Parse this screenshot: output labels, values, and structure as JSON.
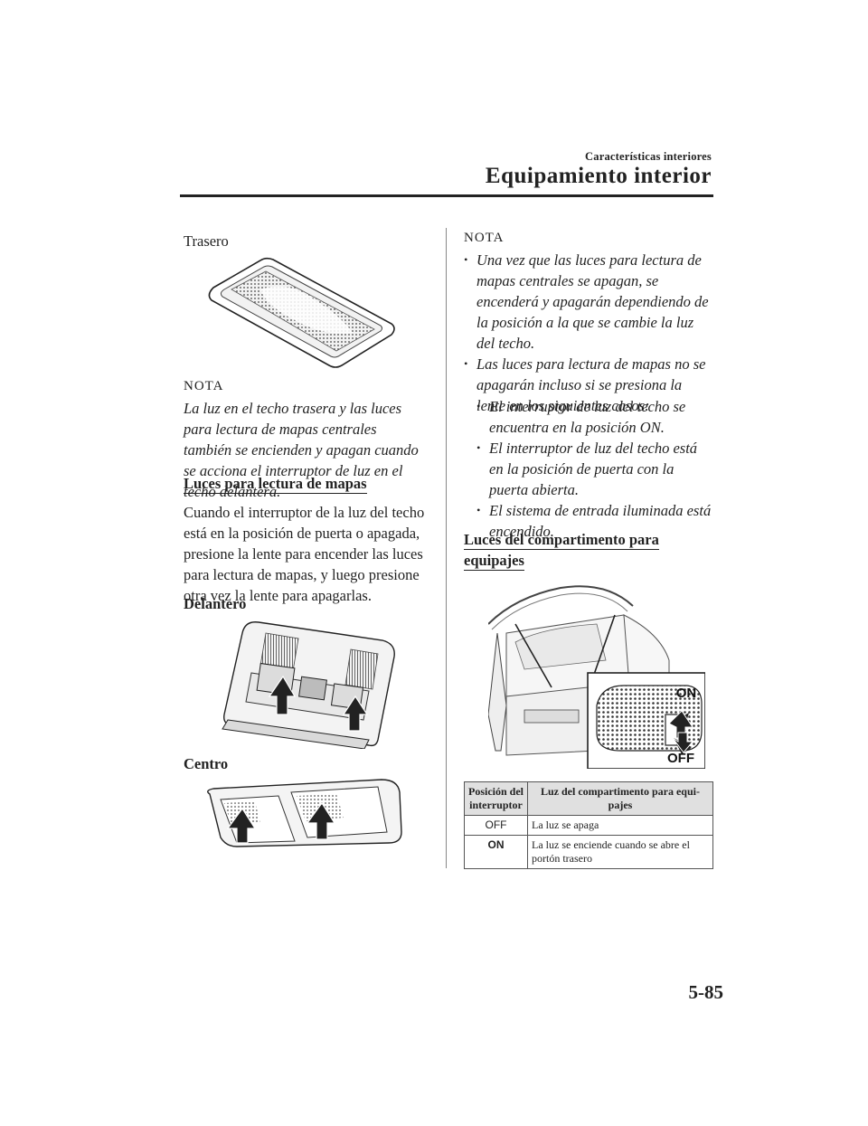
{
  "header": {
    "section": "Características interiores",
    "title": "Equipamiento interior"
  },
  "left": {
    "trasero_label": "Trasero",
    "nota_label": "NOTA",
    "nota_text": "La luz en el techo trasera y las luces para lectura de mapas centrales también se encienden y apagan cuando se acciona el interruptor de luz en el techo delantera.",
    "map_heading": "Luces para lectura de mapas",
    "map_body": "Cuando el interruptor de la luz del techo está en la posición de puerta o apagada, presione la lente para encender las luces para lectura de mapas, y luego presione otra vez la lente para apagarlas.",
    "delantero_label": "Delantero",
    "centro_label": "Centro"
  },
  "right": {
    "nota_label": "NOTA",
    "bullets": [
      "Una vez que las luces para lectura de mapas centrales se apagan, se encenderá y apagarán dependiendo de la posición a la que se cambie la luz del techo.",
      "Las luces para lectura de mapas no se apagarán incluso si se presiona la lente en los siguientes casos:"
    ],
    "sub_bullets": [
      "El interruptor de luz del techo se encuentra en la posición ON.",
      "El interruptor de luz del techo está en la posición de puerta con la puerta abierta.",
      "El sistema de entrada iluminada está encendido."
    ],
    "cargo_heading_line1": "Luces del compartimento para",
    "cargo_heading_line2": "equipajes",
    "figure_on": "ON",
    "figure_off": "OFF",
    "table": {
      "col1_header": "Posición del interruptor",
      "col2_header": "Luz del compartimento para equi-pajes",
      "rows": [
        {
          "position": "OFF",
          "description": "La luz se apaga"
        },
        {
          "position": "ON",
          "description": "La luz se enciende cuando se abre el portón trasero"
        }
      ]
    }
  },
  "footer": {
    "page_number": "5-85"
  }
}
